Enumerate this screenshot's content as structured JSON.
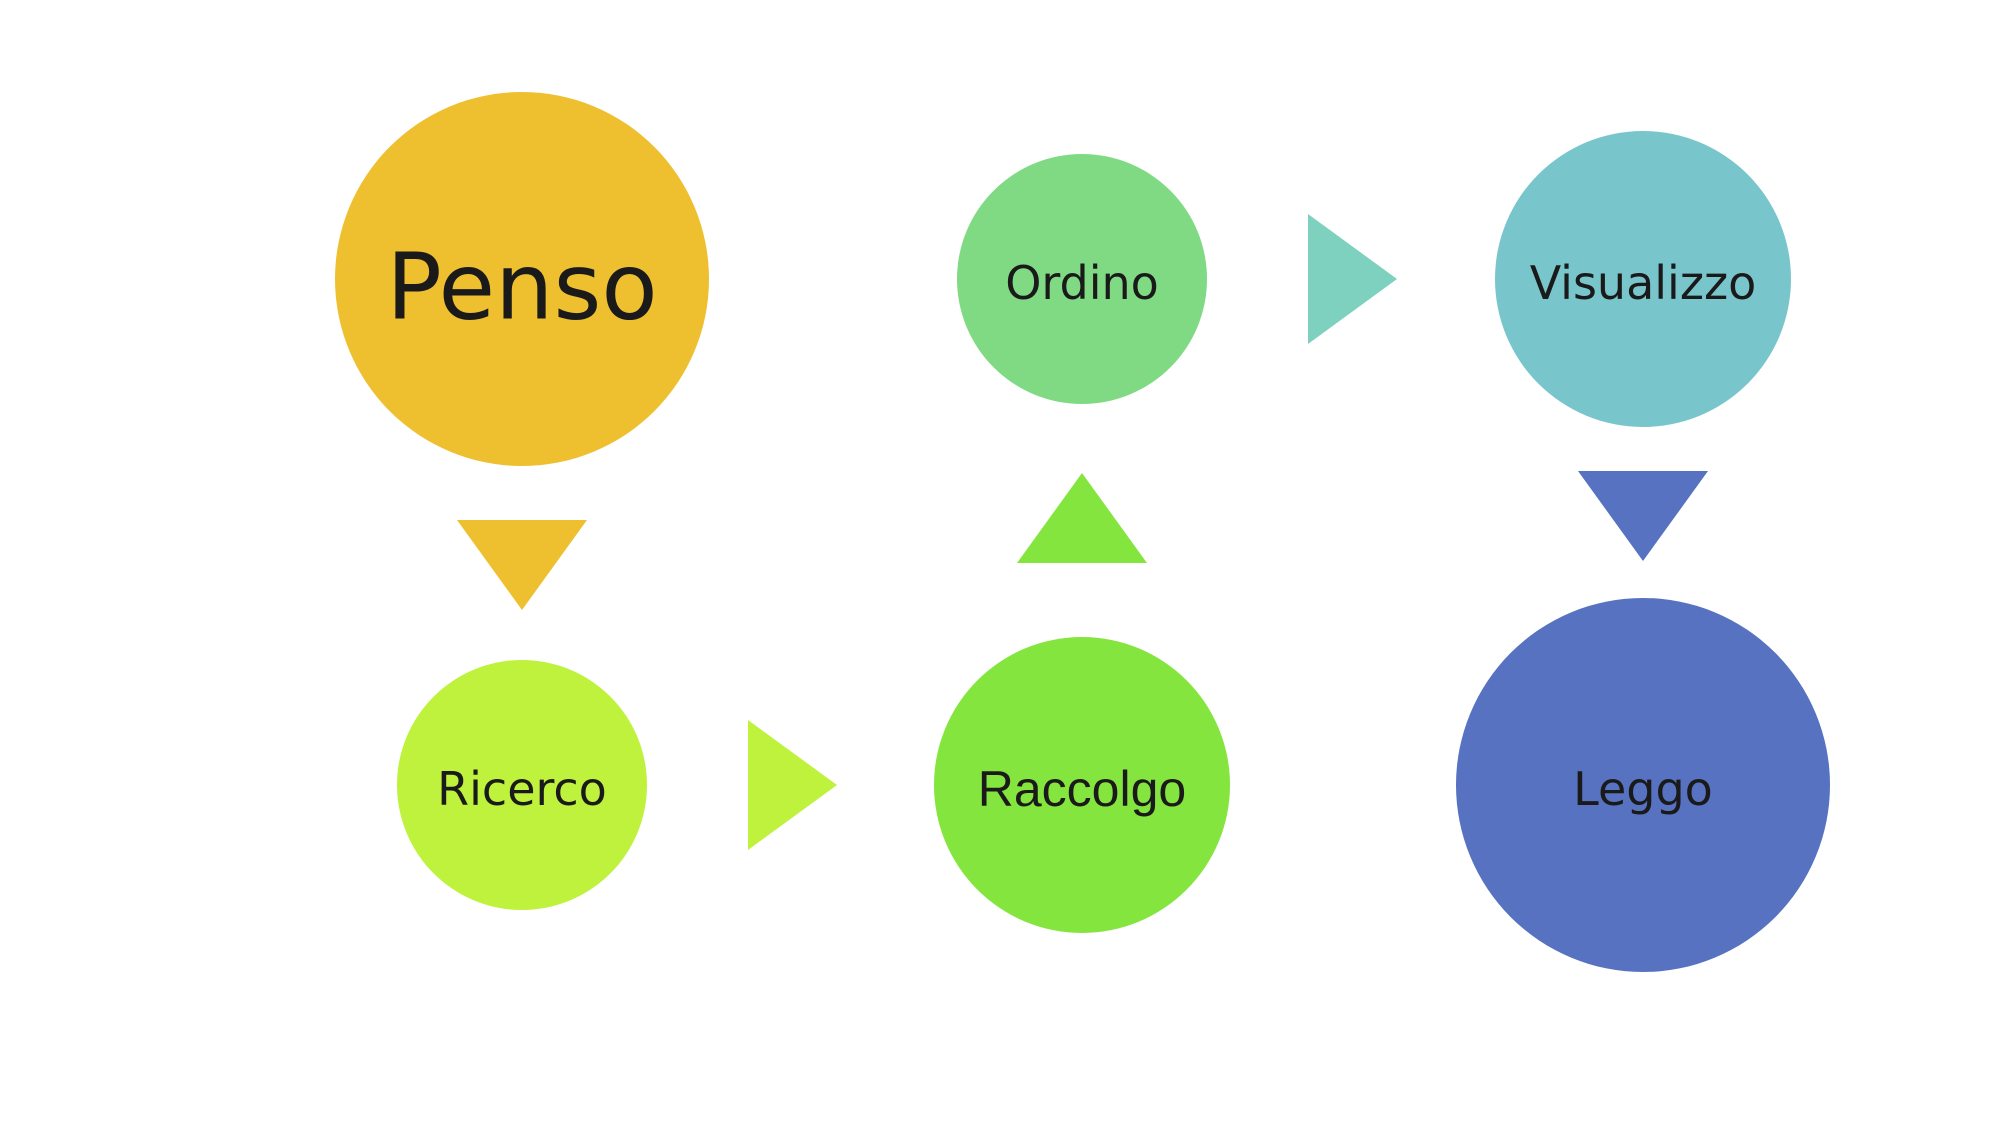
{
  "nodes": {
    "penso": {
      "label": "Penso",
      "color": "#EEBF2F"
    },
    "ricerco": {
      "label": "Ricerco",
      "color": "#BEF23C"
    },
    "raccolgo": {
      "label": "Raccolgo",
      "color": "#85E53F"
    },
    "ordino": {
      "label": "Ordino",
      "color": "#80DA84"
    },
    "visualizzo": {
      "label": "Visualizzo",
      "color": "#78C6CC"
    },
    "leggo": {
      "label": "Leggo",
      "color": "#5672C0"
    }
  },
  "arrows": {
    "penso_to_ricerco": {
      "color": "#EEBF2F"
    },
    "ricerco_to_raccolgo": {
      "color": "#BEF23C"
    },
    "raccolgo_to_ordino": {
      "color": "#85E53F"
    },
    "ordino_to_visualizzo": {
      "color": "#7ED1BF"
    },
    "visualizzo_to_leggo": {
      "color": "#5672C0"
    }
  }
}
